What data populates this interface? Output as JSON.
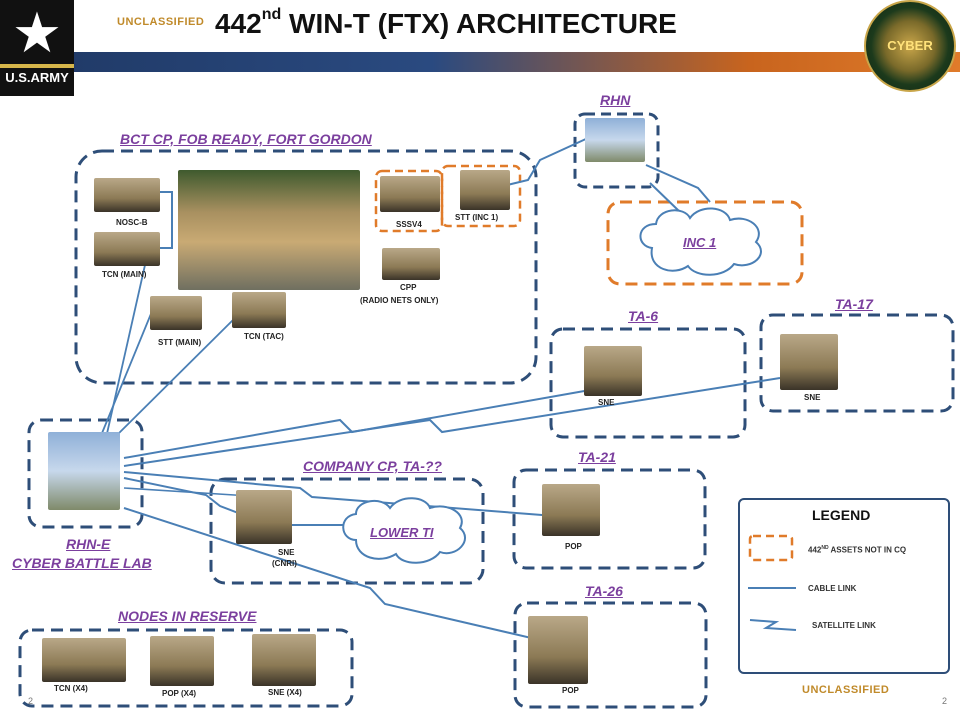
{
  "header": {
    "classification_top": "UNCLASSIFIED",
    "title_prefix": "442",
    "title_sup": "nd",
    "title_rest": " WIN-T (FTX) ARCHITECTURE",
    "army_wordmark": "U.S.ARMY",
    "seal_text": "CYBER"
  },
  "groups": {
    "bct_cp": "BCT CP, FOB READY, FORT GORDON",
    "rhn": "RHN",
    "inc1": "INC 1",
    "ta6": "TA-6",
    "ta17": "TA-17",
    "ta21": "TA-21",
    "ta26": "TA-26",
    "company_cp": "COMPANY CP, TA-??",
    "lower_ti": "LOWER TI",
    "rhn_e": "RHN-E",
    "cyber_lab": "CYBER BATTLE LAB",
    "reserve": "NODES IN RESERVE"
  },
  "assets": {
    "nosc_b": "NOSC-B",
    "tcn_main": "TCN (MAIN)",
    "stt_main": "STT (MAIN)",
    "tcn_tac": "TCN (TAC)",
    "sssv4": "SSSV4",
    "stt_inc1": "STT (INC 1)",
    "cpp_line1": "CPP",
    "cpp_line2": "(RADIO NETS ONLY)",
    "sne_ta6": "SNE",
    "sne_ta17": "SNE",
    "sne_cnri_line1": "SNE",
    "sne_cnri_line2": "(CNRI)",
    "pop_ta21": "POP",
    "pop_ta26": "POP",
    "tcn_x4": "TCN (X4)",
    "pop_x4": "POP (X4)",
    "sne_x4": "SNE (X4)"
  },
  "legend": {
    "title": "LEGEND",
    "item1": "442",
    "item1_sup": "ND",
    "item1_rest": " ASSETS NOT IN CQ",
    "item2": "CABLE LINK",
    "item3": "SATELLITE LINK",
    "classification_bottom": "UNCLASSIFIED"
  },
  "footer": {
    "page_left": "2",
    "page_right": "2"
  },
  "colors": {
    "orange_dash": "#e07b2a",
    "blue_dash": "#2e4e78",
    "link": "#4a7fb5",
    "label_purple": "#7b3f9e"
  }
}
